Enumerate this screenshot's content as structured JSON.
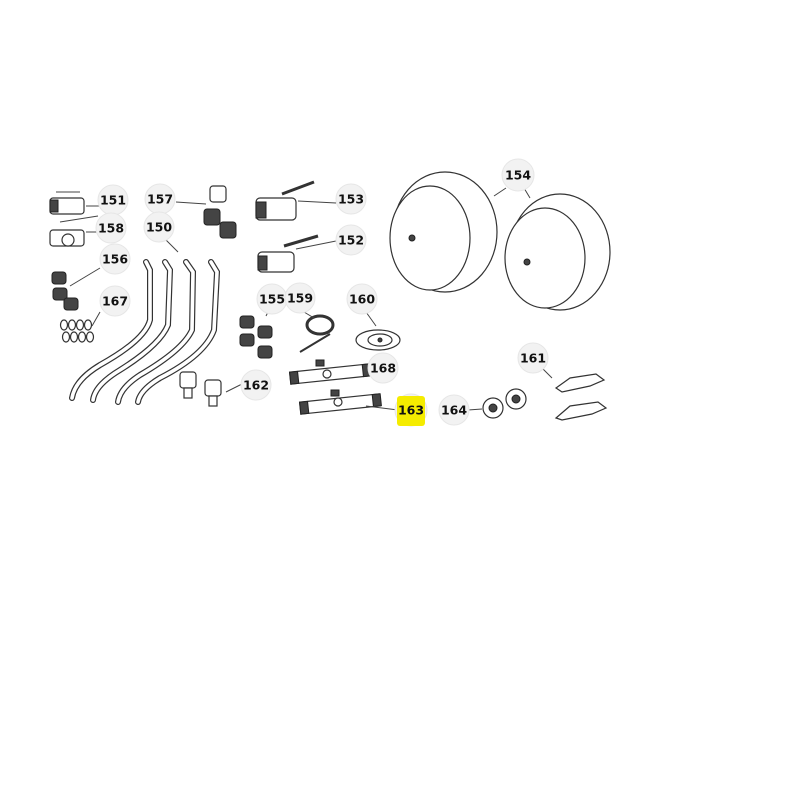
{
  "diagram": {
    "title": "",
    "callouts": {
      "c150": "150",
      "c151": "151",
      "c152": "152",
      "c153": "153",
      "c154": "154",
      "c155": "155",
      "c156": "156",
      "c157": "157",
      "c158": "158",
      "c159": "159",
      "c160": "160",
      "c161": "161",
      "c162": "162",
      "c163": "163",
      "c164": "164",
      "c167": "167",
      "c168": "168"
    },
    "highlighted_callout": "163",
    "highlight_color": "#f5ec00"
  }
}
